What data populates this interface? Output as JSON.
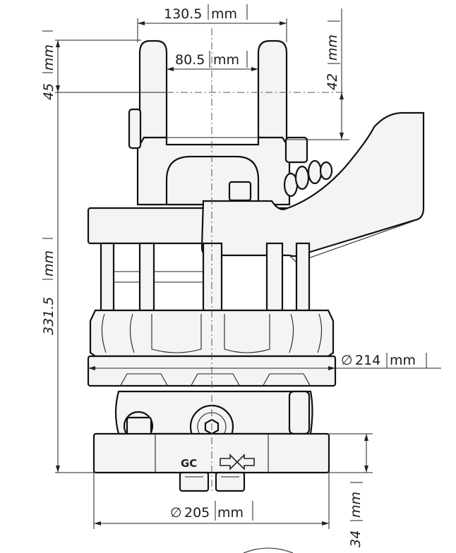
{
  "dimensions": {
    "top_width": {
      "value": "130.5",
      "unit": "mm"
    },
    "inner_width": {
      "value": "80.5",
      "unit": "mm"
    },
    "left_top": {
      "value": "45",
      "unit": "mm"
    },
    "right_top": {
      "value": "42",
      "unit": "mm"
    },
    "total_height": {
      "value": "331.5",
      "unit": "mm"
    },
    "upper_diameter": {
      "symbol": "∅",
      "value": "214",
      "unit": "mm"
    },
    "lower_diameter": {
      "symbol": "∅",
      "value": "205",
      "unit": "mm"
    },
    "base_height": {
      "value": "34",
      "unit": "mm"
    }
  },
  "logo": {
    "text": "GC"
  },
  "direction_icon": "rotation-arrows-icon",
  "colors": {
    "line": "#111111",
    "fill": "#f4f4f4",
    "text": "#1a1a1a"
  }
}
